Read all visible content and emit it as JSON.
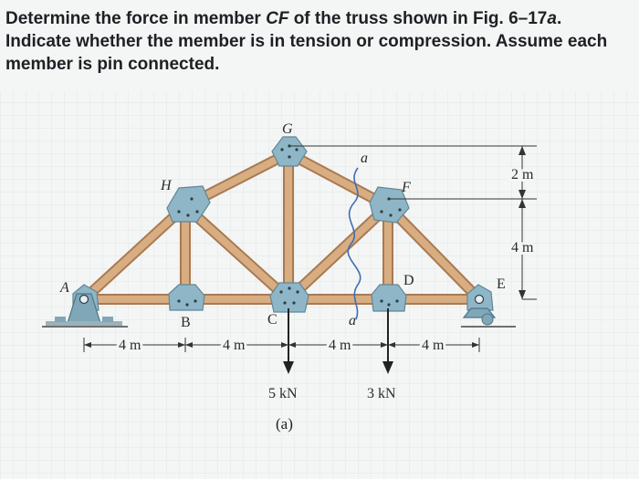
{
  "problem": {
    "line1_pre": "Determine the force in member ",
    "member_name": "CF",
    "line1_post": " of the truss shown in Fig. 6–17",
    "fig_suffix": "a",
    "line1_end": ".",
    "line2": "Indicate whether the member is in tension or compression. Assume each",
    "line3": "member is pin connected."
  },
  "figure": {
    "joints": {
      "A": "A",
      "B": "B",
      "C": "C",
      "D": "D",
      "E": "E",
      "F": "F",
      "G": "G",
      "H": "H"
    },
    "section_label_top": "a",
    "section_label_bottom": "a",
    "dimensions": {
      "span1": "4 m",
      "span2": "4 m",
      "span3": "4 m",
      "span4": "4 m",
      "height_upper": "2 m",
      "height_lower": "4 m"
    },
    "loads": {
      "load1": "5 kN",
      "load2": "3 kN"
    },
    "caption": "(a)"
  },
  "colors": {
    "member": "#d4a77c",
    "member_edge": "#a97a52",
    "gusset": "#8fb6c6",
    "support": "#7fa7b8",
    "background_grid": "#e4e6e6",
    "arrow": "#222222"
  }
}
